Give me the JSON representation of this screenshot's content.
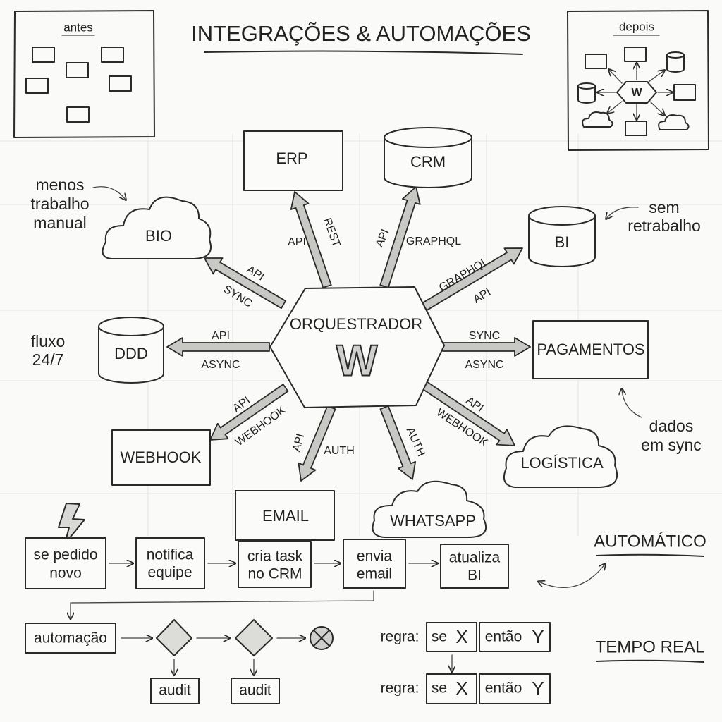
{
  "title": "INTEGRAÇÕES & AUTOMAÇÕES",
  "before_panel": {
    "label": "antes"
  },
  "after_panel": {
    "label": "depois",
    "logo": "W"
  },
  "hub": {
    "label": "ORQUESTRADOR",
    "logo": "W"
  },
  "nodes": {
    "erp": "ERP",
    "crm": "CRM",
    "bio": "BIO",
    "bi": "BI",
    "ddd": "DDD",
    "pagamentos": "PAGAMENTOS",
    "webhook": "WEBHOOK",
    "logistica": "LOGÍSTICA",
    "email": "EMAIL",
    "whatsapp": "WHATSAPP"
  },
  "connectors": {
    "erp": [
      "API",
      "REST"
    ],
    "crm": [
      "API",
      "GRAPHQL"
    ],
    "bio": [
      "API",
      "SYNC"
    ],
    "bi": [
      "GRAPHQL",
      "API"
    ],
    "ddd": [
      "API",
      "ASYNC"
    ],
    "pagamentos": [
      "SYNC",
      "ASYNC"
    ],
    "webhook": [
      "API",
      "WEBHOOK"
    ],
    "logistica": [
      "API",
      "WEBHOOK"
    ],
    "email": [
      "API",
      "AUTH"
    ],
    "whatsapp": [
      "AUTH"
    ]
  },
  "side_notes": {
    "menos": [
      "menos",
      "trabalho",
      "manual"
    ],
    "sem": [
      "sem",
      "retrabalho"
    ],
    "fluxo": [
      "fluxo",
      "24/7"
    ],
    "dados": [
      "dados",
      "em sync"
    ]
  },
  "flow": {
    "steps": [
      [
        "se pedido",
        "novo"
      ],
      [
        "notifica",
        "equipe"
      ],
      [
        "cria task",
        "no CRM"
      ],
      [
        "envia",
        "email"
      ],
      [
        "atualiza",
        "BI"
      ]
    ],
    "automatico": "AUTOMÁTICO"
  },
  "automation": {
    "label": "automação",
    "audit": [
      "audit",
      "audit"
    ]
  },
  "rules": [
    {
      "prefix": "regra:",
      "if": "se",
      "then": "então",
      "x": "X",
      "y": "Y"
    },
    {
      "prefix": "regra:",
      "if": "se",
      "then": "então",
      "x": "X",
      "y": "Y"
    }
  ],
  "tempo_real": "TEMPO REAL"
}
